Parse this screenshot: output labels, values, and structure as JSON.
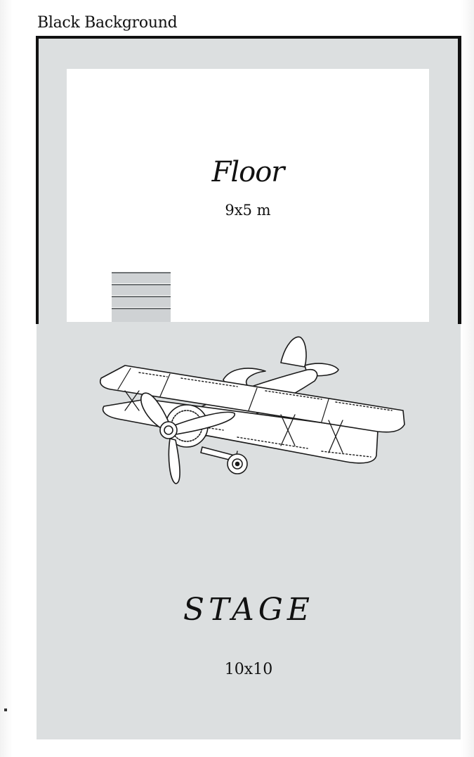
{
  "labels": {
    "background": "Black Background",
    "floor_title": "Floor",
    "floor_size": "9x5 m",
    "stage_title": "STAGE",
    "stage_size": "10x10"
  },
  "colors": {
    "stage": "#dcdfe0",
    "floor": "#ffffff",
    "walls": "#111111",
    "steps": "#cfd2d4"
  },
  "icons": {
    "plane": "biplane-illustration-icon"
  }
}
